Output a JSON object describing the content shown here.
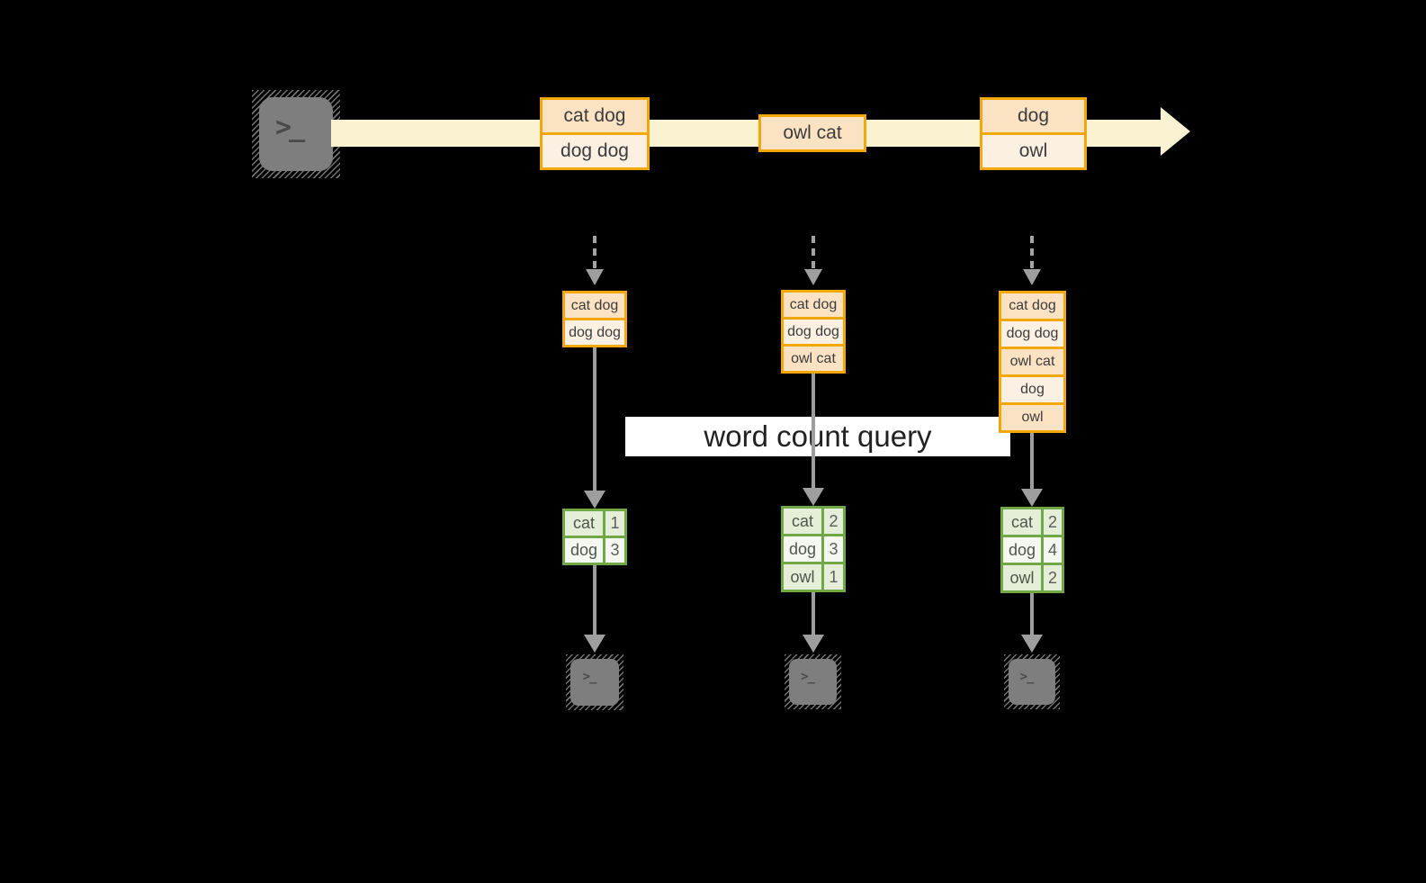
{
  "diagram": {
    "kind": "stream-word-count",
    "query_label": "word count query"
  },
  "colors": {
    "background": "#000000",
    "stream_band": "#FBF2D1",
    "record_border": "#F2A70A",
    "record_fill_dark": "#FAE2C3",
    "record_fill_light": "#FCF0E2",
    "table_border": "#70A847",
    "table_fill_green": "#E4EED8",
    "table_fill_white": "#F5F8F1",
    "arrow_gray": "#9E9E9E",
    "terminal_gray": "#7E7E7E",
    "query_bg": "#FFFFFF"
  },
  "source": {
    "icon": "terminal-icon",
    "glyph": ">_"
  },
  "stream_events": [
    {
      "lines": [
        "cat dog",
        "dog dog"
      ]
    },
    {
      "lines": [
        "owl cat"
      ]
    },
    {
      "lines": [
        "dog",
        "owl"
      ]
    }
  ],
  "columns": [
    {
      "buffer": [
        "cat dog",
        "dog dog"
      ],
      "counts": [
        {
          "word": "cat",
          "count": "1"
        },
        {
          "word": "dog",
          "count": "3"
        }
      ],
      "sink": {
        "icon": "terminal-icon",
        "glyph": ">_"
      }
    },
    {
      "buffer": [
        "cat dog",
        "dog dog",
        "owl cat"
      ],
      "counts": [
        {
          "word": "cat",
          "count": "2"
        },
        {
          "word": "dog",
          "count": "3"
        },
        {
          "word": "owl",
          "count": "1"
        }
      ],
      "sink": {
        "icon": "terminal-icon",
        "glyph": ">_"
      }
    },
    {
      "buffer": [
        "cat dog",
        "dog dog",
        "owl cat",
        "dog",
        "owl"
      ],
      "counts": [
        {
          "word": "cat",
          "count": "2"
        },
        {
          "word": "dog",
          "count": "4"
        },
        {
          "word": "owl",
          "count": "2"
        }
      ],
      "sink": {
        "icon": "terminal-icon",
        "glyph": ">_"
      }
    }
  ]
}
